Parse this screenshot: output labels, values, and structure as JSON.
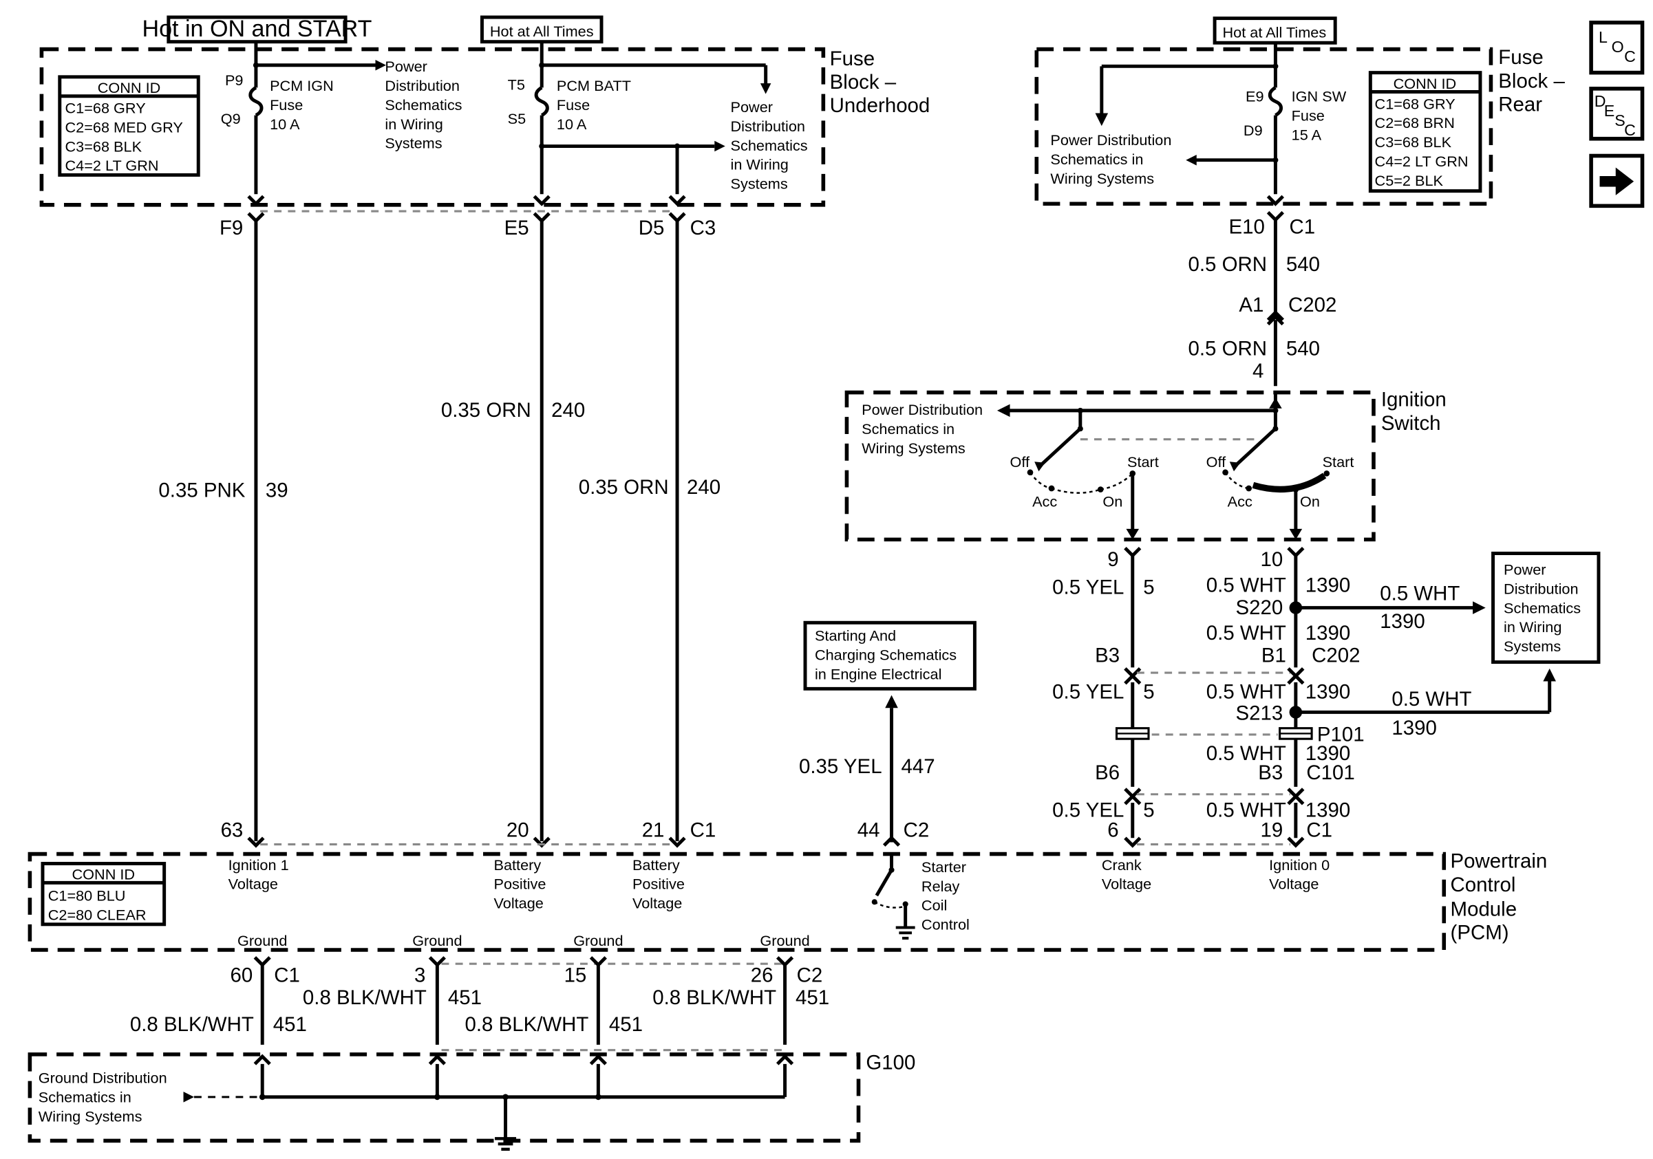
{
  "hot_labels": {
    "ign": "Hot in ON and START",
    "batt": "Hot at All Times",
    "rear": "Hot at All Times"
  },
  "fuse_block_underhood": {
    "title": [
      "Fuse",
      "Block –",
      "Underhood"
    ],
    "conn_id_title": "CONN ID",
    "conn_ids": [
      "C1=68 GRY",
      "C2=68 MED GRY",
      "C3=68 BLK",
      "C4=2 LT GRN"
    ],
    "pcm_ign_fuse": {
      "top": "P9",
      "bottom": "Q9",
      "lines": [
        "PCM IGN",
        "Fuse",
        "10 A"
      ]
    },
    "pcm_batt_fuse": {
      "top": "T5",
      "bottom": "S5",
      "lines": [
        "PCM BATT",
        "Fuse",
        "10 A"
      ]
    },
    "ref1": [
      "Power",
      "Distribution",
      "Schematics",
      "in Wiring",
      "Systems"
    ],
    "ref2": [
      "Power",
      "Distribution",
      "Schematics",
      "in Wiring",
      "Systems"
    ]
  },
  "fuse_block_rear": {
    "title": [
      "Fuse",
      "Block –",
      "Rear"
    ],
    "conn_id_title": "CONN ID",
    "conn_ids": [
      "C1=68 GRY",
      "C2=68 BRN",
      "C3=68 BLK",
      "C4=2 LT GRN",
      "C5=2 BLK"
    ],
    "ign_sw_fuse": {
      "top": "E9",
      "bottom": "D9",
      "lines": [
        "IGN SW",
        "Fuse",
        "15 A"
      ]
    },
    "ref": [
      "Power Distribution",
      "Schematics in",
      "Wiring Systems"
    ]
  },
  "nav_buttons": {
    "loc": [
      "L",
      "O",
      "C"
    ],
    "desc": [
      "D",
      "E",
      "S",
      "C"
    ]
  },
  "wires": {
    "w39": {
      "top_pin": "F9",
      "gauge": "0.35 PNK",
      "circuit": "39",
      "bottom_pin": "63"
    },
    "w240a": {
      "top_pin": "E5",
      "gauge": "0.35 ORN",
      "circuit": "240",
      "bottom_pin": "20"
    },
    "w240b": {
      "top_pin": "D5",
      "top_conn": "C3",
      "gauge": "0.35 ORN",
      "circuit": "240",
      "bottom_pin": "21",
      "bottom_conn": "C1"
    },
    "w447": {
      "gauge": "0.35 YEL",
      "circuit": "447",
      "pin": "44",
      "conn": "C2"
    }
  },
  "rear_feed": {
    "e10": "E10",
    "c1": "C1",
    "g1": "0.5 ORN",
    "c1_num": "540",
    "a1": "A1",
    "c202": "C202",
    "g2": "0.5 ORN",
    "c2_num": "540",
    "pin4": "4"
  },
  "ignition_switch": {
    "title": [
      "Ignition",
      "Switch"
    ],
    "ref": [
      "Power Distribution",
      "Schematics in",
      "Wiring Systems"
    ],
    "positions": {
      "off": "Off",
      "start": "Start",
      "acc": "Acc",
      "on": "On"
    }
  },
  "crank_circuit": {
    "pin9": "9",
    "g1": "0.5 YEL",
    "n1": "5",
    "b3": "B3",
    "g2": "0.5 YEL",
    "n2": "5",
    "b6": "B6",
    "g3": "0.5 YEL",
    "n3": "5",
    "pin6": "6"
  },
  "ign0_circuit": {
    "pin10": "10",
    "g1": "0.5 WHT",
    "n1": "1390",
    "s220": "S220",
    "g2": "0.5 WHT",
    "n2": "1390",
    "b1": "B1",
    "c202": "C202",
    "g3": "0.5 WHT",
    "n3": "1390",
    "s213": "S213",
    "p101": "P101",
    "g4": "0.5 WHT",
    "n4": "1390",
    "b3": "B3",
    "c101": "C101",
    "g5": "0.5 WHT",
    "n5": "1390",
    "pin19": "19",
    "c1": "C1",
    "branch1": {
      "gauge": "0.5 WHT",
      "circuit": "1390"
    },
    "branch2": {
      "gauge": "0.5 WHT",
      "circuit": "1390"
    },
    "ref": [
      "Power",
      "Distribution",
      "Schematics",
      "in Wiring",
      "Systems"
    ]
  },
  "starting_ref": [
    "Starting And",
    "Charging Schematics",
    "in Engine Electrical"
  ],
  "pcm": {
    "title": [
      "Powertrain",
      "Control",
      "Module",
      "(PCM)"
    ],
    "conn_id_title": "CONN ID",
    "conn_ids": [
      "C1=80 BLU",
      "C2=80 CLEAR"
    ],
    "inputs": {
      "ign1": [
        "Ignition 1",
        "Voltage"
      ],
      "batt1": [
        "Battery",
        "Positive",
        "Voltage"
      ],
      "batt2": [
        "Battery",
        "Positive",
        "Voltage"
      ],
      "starter": [
        "Starter",
        "Relay",
        "Coil",
        "Control"
      ],
      "crank": [
        "Crank",
        "Voltage"
      ],
      "ign0": [
        "Ignition 0",
        "Voltage"
      ]
    },
    "ground_label": "Ground"
  },
  "grounds": {
    "g60": {
      "pin": "60",
      "conn": "C1",
      "gauge": "0.8 BLK/WHT",
      "circuit": "451"
    },
    "g3": {
      "pin": "3",
      "gauge": "0.8 BLK/WHT",
      "circuit": "451"
    },
    "g15": {
      "pin": "15",
      "gauge": "0.8 BLK/WHT",
      "circuit": "451"
    },
    "g26": {
      "pin": "26",
      "conn": "C2",
      "gauge": "0.8 BLK/WHT",
      "circuit": "451"
    }
  },
  "g100": {
    "title": "G100",
    "ref": [
      "Ground Distribution",
      "Schematics in",
      "Wiring Systems"
    ]
  }
}
